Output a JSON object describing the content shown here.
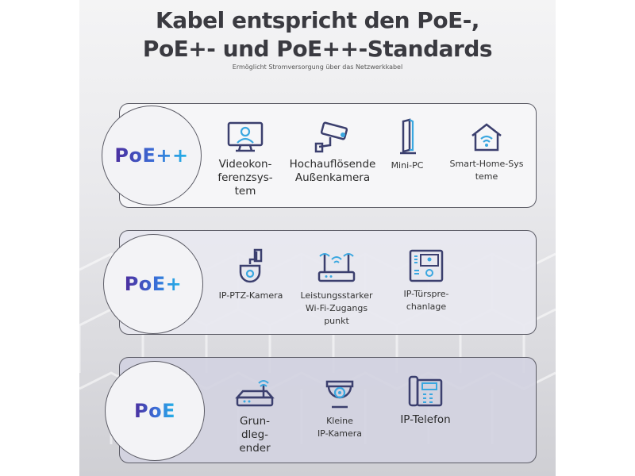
{
  "title": {
    "line1": "Kabel entspricht den PoE-,",
    "line2": "PoE+- und PoE++-Standards"
  },
  "subtitle": "Ermöglicht Stromversorgung über das Netzwerkkabel",
  "tiers": [
    {
      "badge": "PoE++",
      "items": [
        {
          "label": "Videokon-\nferenzsys-\ntem",
          "icon": "video-conference-icon"
        },
        {
          "label": "Hochauflösende\nAußenkamera",
          "icon": "outdoor-camera-icon"
        },
        {
          "label": "Mini-PC",
          "icon": "mini-pc-icon"
        },
        {
          "label": "Smart-Home-Sys\nteme",
          "icon": "smart-home-icon"
        }
      ]
    },
    {
      "badge": "PoE+",
      "items": [
        {
          "label": "IP-PTZ-Kamera",
          "icon": "ptz-camera-icon"
        },
        {
          "label": "Leistungsstarker\nWi-Fi-Zugangs\npunkt",
          "icon": "wifi-router-icon"
        },
        {
          "label": "IP-Türspre-\nchanlage",
          "icon": "door-intercom-icon"
        }
      ]
    },
    {
      "badge": "PoE",
      "items": [
        {
          "label": "Grun-\ndleg-\nender",
          "icon": "basic-router-icon"
        },
        {
          "label": "Kleine\nIP-Kamera",
          "icon": "dome-camera-icon"
        },
        {
          "label": "IP-Telefon",
          "icon": "ip-phone-icon"
        }
      ]
    }
  ],
  "colors": {
    "badge_gradient_start": "#4b2d9e",
    "badge_gradient_end": "#22b5e8",
    "icon_stroke": "#3b3f6e",
    "icon_accent": "#3aa7e0"
  }
}
